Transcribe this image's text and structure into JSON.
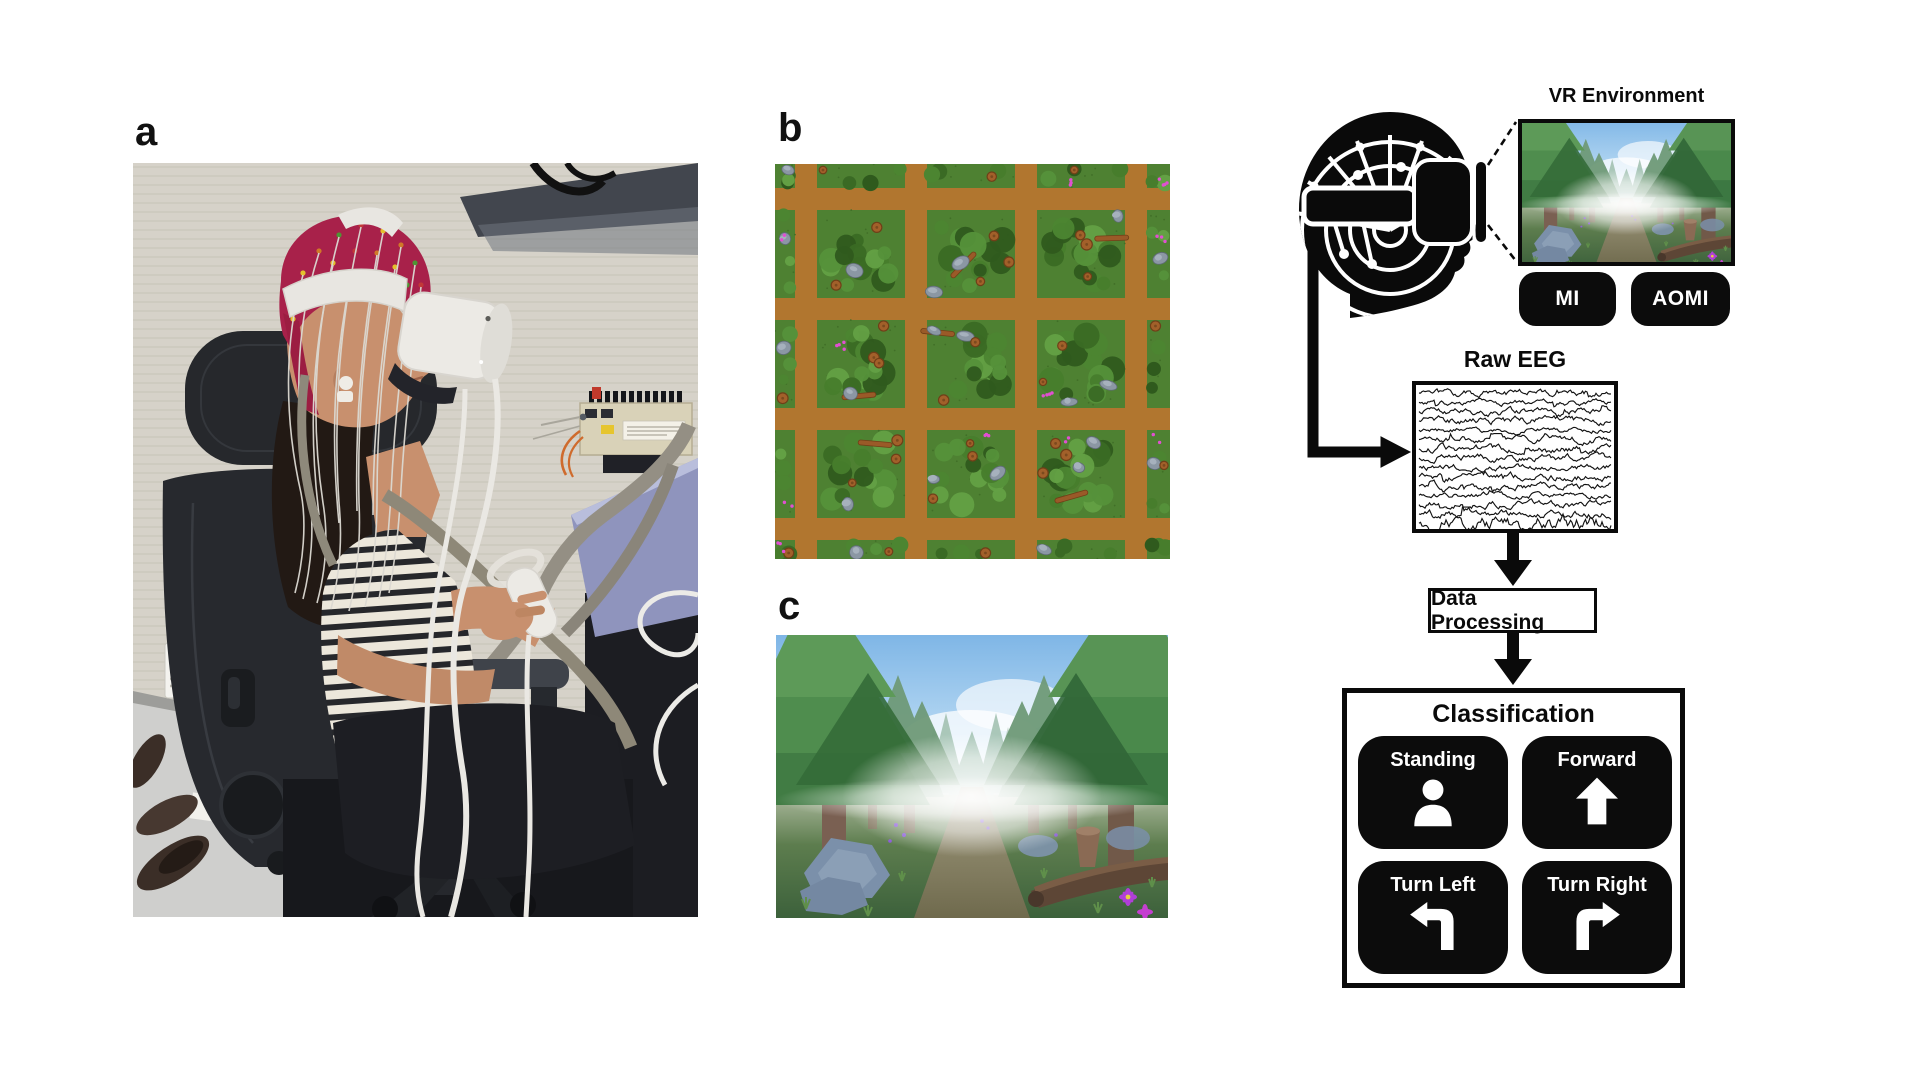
{
  "panels": {
    "a": {
      "label": "a",
      "description": "participant wearing EEG cap and VR headset"
    },
    "b": {
      "label": "b",
      "description": "top-down view of VR forest maze"
    },
    "c": {
      "label": "c",
      "description": "first-person view of VR forest path"
    }
  },
  "diagram": {
    "vr": {
      "title": "VR Environment",
      "modes": [
        {
          "label": "MI"
        },
        {
          "label": "AOMI"
        }
      ]
    },
    "head_icon": "brain-eeg-vr-head-icon",
    "raw_eeg": {
      "title": "Raw EEG"
    },
    "data_processing": {
      "label": "Data Processing"
    },
    "classification": {
      "title": "Classification",
      "buttons": [
        {
          "label": "Standing",
          "icon": "person-icon"
        },
        {
          "label": "Forward",
          "icon": "arrow-up-icon"
        },
        {
          "label": "Turn Left",
          "icon": "turn-left-arrow-icon"
        },
        {
          "label": "Turn Right",
          "icon": "turn-right-arrow-icon"
        }
      ]
    }
  },
  "colors": {
    "ink": "#0a0a0a",
    "button_bg": "#0c0c0c",
    "button_text": "#ffffff",
    "maze_path_brown": "#b1762f",
    "maze_grass_green": "#4e8132",
    "sky_blue": "#8fc1e9",
    "forest_green": "#47854b",
    "eeg_cap_red": "#a8214a"
  }
}
